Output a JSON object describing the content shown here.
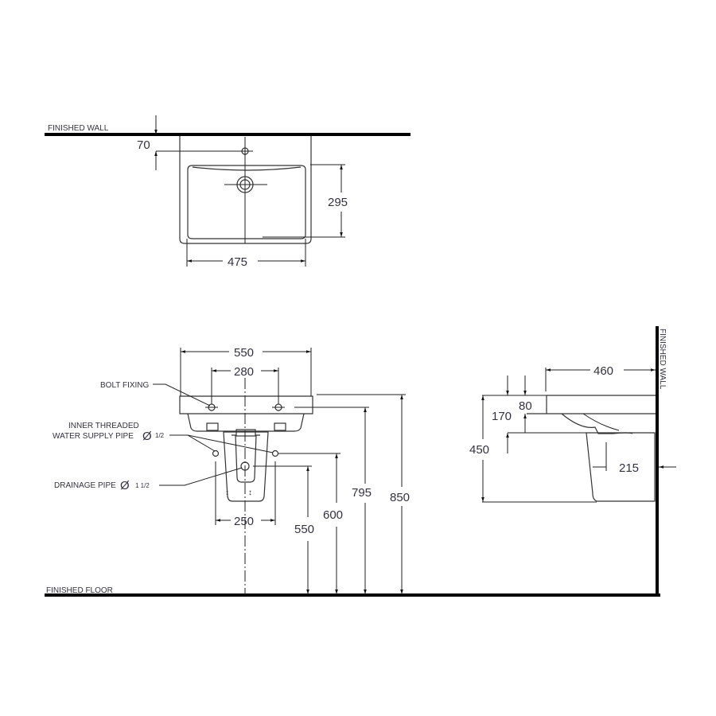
{
  "labels": {
    "finished_wall_top": "FINISHED WALL",
    "finished_wall_side": "FINISHED WALL",
    "finished_floor": "FINISHED FLOOR",
    "bolt_fixing": "BOLT FIXING",
    "inner_threaded_line1": "INNER THREADED",
    "inner_threaded_line2": "WATER SUPPLY PIPE",
    "water_pipe_size": "1/2",
    "drainage_pipe": "DRAINAGE PIPE",
    "drainage_pipe_size": "1 1/2",
    "diameter_symbol": "Ø"
  },
  "top_view": {
    "wall_to_tap_hole": "70",
    "bowl_depth": "295",
    "bowl_width": "475"
  },
  "front_view": {
    "overall_width": "550",
    "bolt_spacing": "280",
    "pedestal_width": "250",
    "drain_height": "550",
    "supply_height": "600",
    "bolt_height": "795",
    "rim_height": "850"
  },
  "side_view": {
    "projection": "460",
    "rim_thickness": "80",
    "basin_depth": "170",
    "pedestal_height": "450",
    "pedestal_depth": "215"
  }
}
